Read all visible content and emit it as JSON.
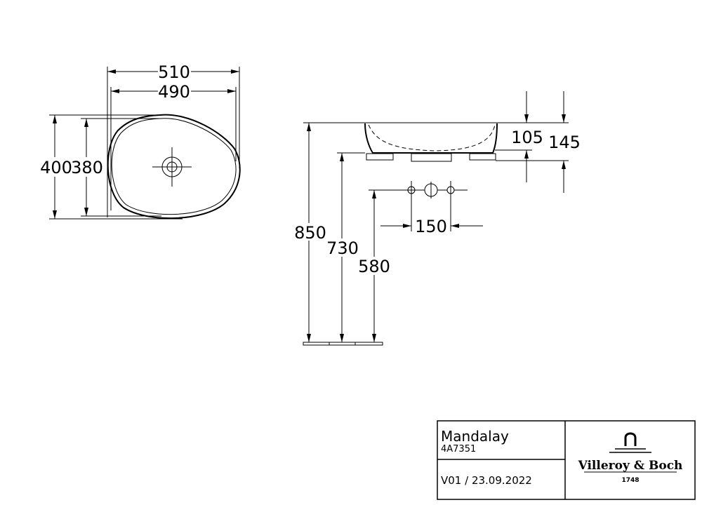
{
  "top_view": {
    "width_outer": "510",
    "width_inner": "490",
    "depth_outer": "400",
    "depth_inner": "380"
  },
  "side_view": {
    "bowl_depth": "105",
    "total_height": "145",
    "tap_spacing": "150",
    "counter_height": "850",
    "bottom_height": "730",
    "tap_height": "580"
  },
  "title_block": {
    "product_name": "Mandalay",
    "article_number": "4A7351",
    "version_date": "V01 / 23.09.2022",
    "brand": "Villeroy & Boch",
    "brand_year": "1748"
  }
}
